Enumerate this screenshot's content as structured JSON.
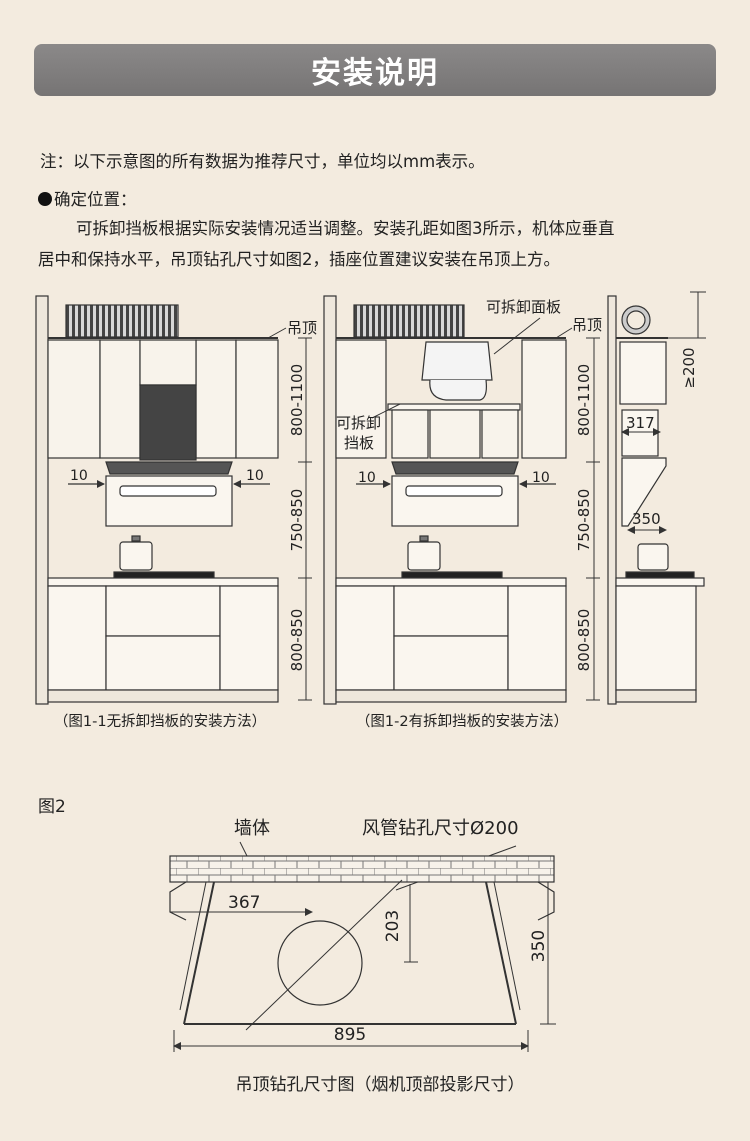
{
  "header": {
    "title": "安装说明"
  },
  "intro": {
    "note": "注：以下示意图的所有数据为推荐尺寸，单位均以mm表示。",
    "section_title": "确定位置：",
    "paragraph_line1": "可拆卸挡板根据实际安装情况适当调整。安装孔距如图3所示，机体应垂直",
    "paragraph_line2": "居中和保持水平，吊顶钻孔尺寸如图2，插座位置建议安装在吊顶上方。"
  },
  "figure1": {
    "ceiling_label": "吊顶",
    "dim_upper": "800-1100",
    "dim_middle": "750-850",
    "dim_lower": "800-850",
    "side_gap_left": "10",
    "side_gap_right": "10",
    "caption": "（图1-1无拆卸挡板的安装方法）"
  },
  "figure2": {
    "panel_label": "可拆卸面板",
    "ceiling_label": "吊顶",
    "baffle_label_line1": "可拆卸",
    "baffle_label_line2": "挡板",
    "dim_upper": "800-1100",
    "dim_middle": "750-850",
    "dim_lower": "800-850",
    "side_gap_left": "10",
    "side_gap_right": "10",
    "caption": "（图1-2有拆卸挡板的安装方法）"
  },
  "figure3": {
    "dim_top": "≥200",
    "dim_depth": "317",
    "dim_front": "350"
  },
  "drill_figure": {
    "fig_label": "图2",
    "wall_label": "墙体",
    "duct_label": "风管钻孔尺寸Ø200",
    "dim_offset_x": "367",
    "dim_offset_y": "203",
    "dim_depth": "350",
    "dim_width": "895",
    "caption": "吊顶钻孔尺寸图（烟机顶部投影尺寸）"
  }
}
